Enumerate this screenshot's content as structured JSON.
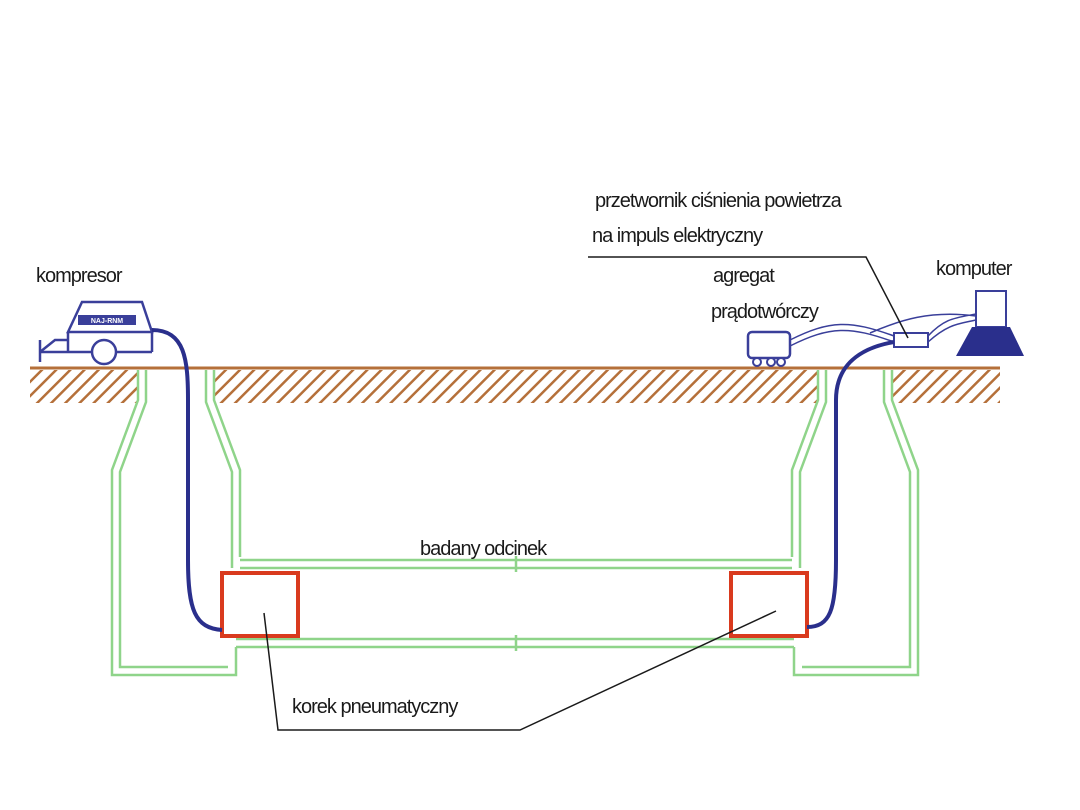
{
  "labels": {
    "kompresor": "kompresor",
    "compressor_badge": "NAJ-RNM",
    "komputer": "komputer",
    "agregat_line1": "agregat",
    "agregat_line2": "prądotwórczy",
    "przetwornik_line1": "przetwornik ciśnienia powietrza",
    "przetwornik_line2": "na impuls elektryczny",
    "badany_odcinek": "badany odcinek",
    "korek": "korek pneumatyczny"
  },
  "colors": {
    "ground": "#b5703a",
    "manhole": "#8fd48a",
    "hose": "#2a2f8c",
    "plug": "#d93a1e",
    "leader": "#1a1a1a",
    "equipment": "#3a3f9a"
  },
  "icons": {
    "compressor": "compressor-trailer-icon",
    "generator": "generator-icon",
    "transducer": "transducer-box-icon",
    "computer": "computer-icon"
  }
}
